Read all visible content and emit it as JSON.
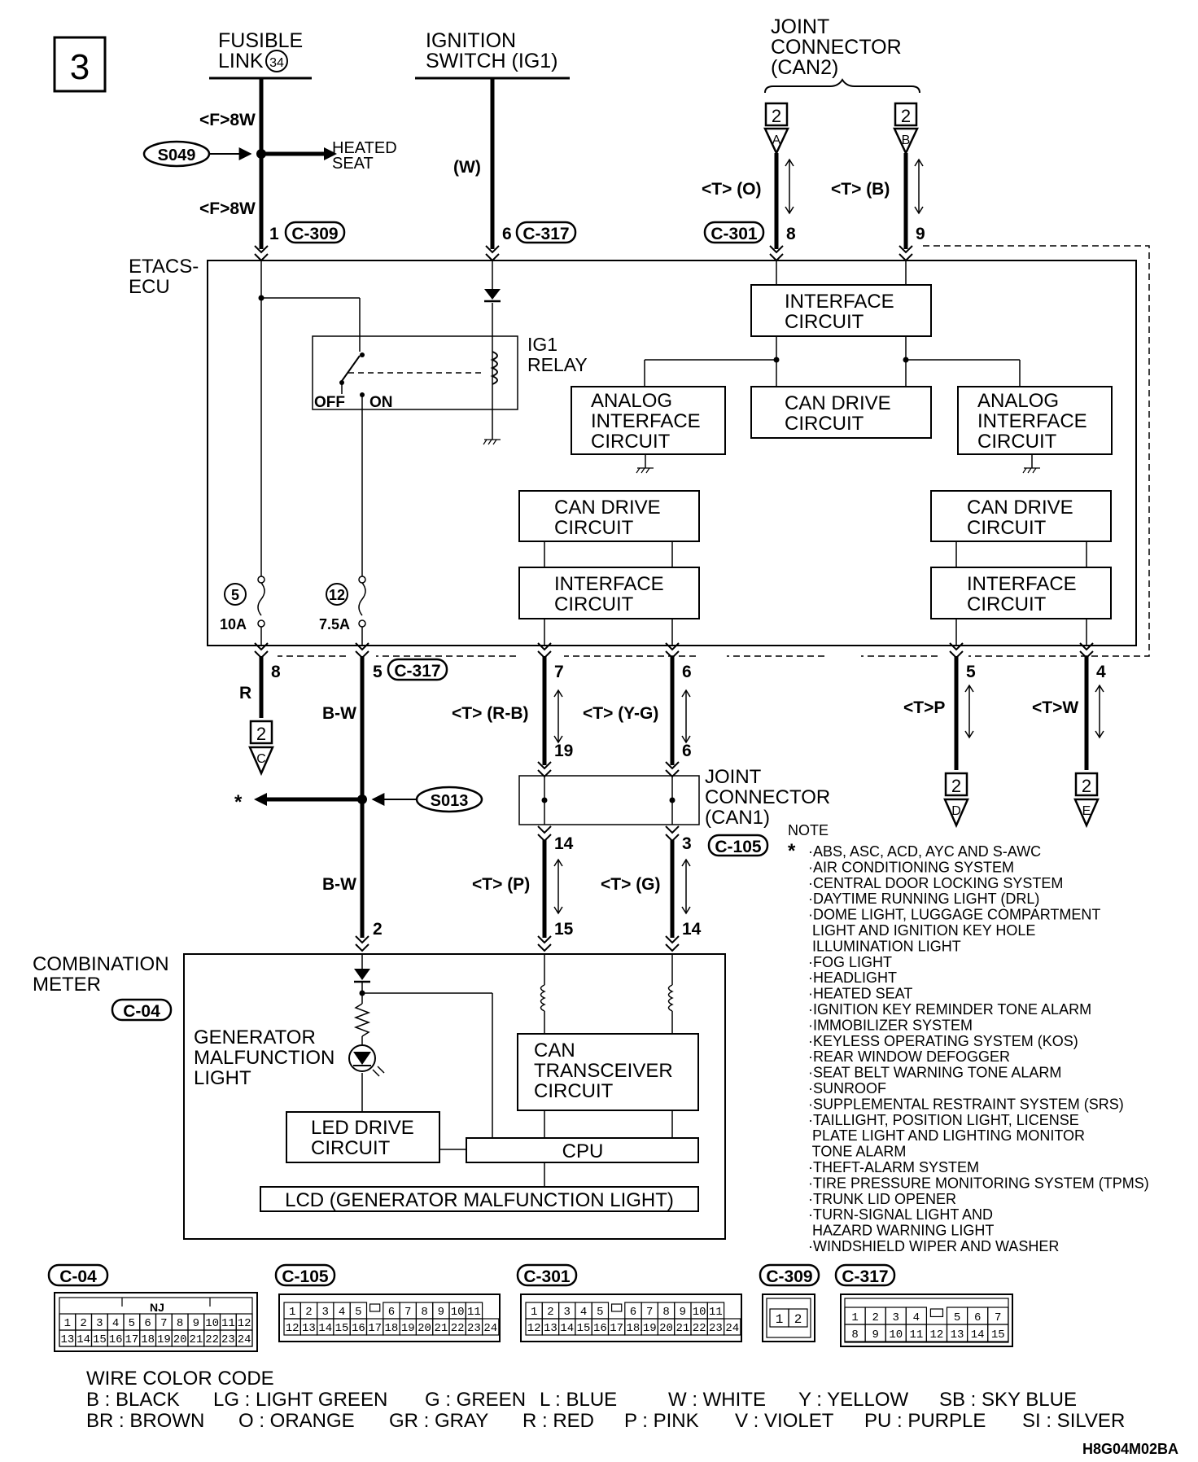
{
  "page_number": "3",
  "sources": {
    "fusible_link": [
      "FUSIBLE",
      "LINK"
    ],
    "fusible_link_no": "34",
    "ignition_switch": [
      "IGNITION",
      "SWITCH (IG1)"
    ],
    "joint_connector_can2": [
      "JOINT",
      "CONNECTOR",
      "(CAN2)"
    ]
  },
  "splices": {
    "s049": "S049",
    "s013": "S013"
  },
  "heated_seat": [
    "HEATED",
    "SEAT"
  ],
  "wires": {
    "f8w_top": "<F>8W",
    "f8w_bottom": "<F>8W",
    "w": "(W)",
    "t_o": "<T> (O)",
    "t_b": "<T> (B)",
    "r": "R",
    "bw_top": "B-W",
    "bw_bottom": "B-W",
    "t_rb": "<T> (R-B)",
    "t_yg": "<T> (Y-G)",
    "t_p_right": "<T>P",
    "t_w_right": "<T>W",
    "t_p": "<T> (P)",
    "t_g": "<T> (G)"
  },
  "connectors": {
    "c309": "C-309",
    "c317_top": "C-317",
    "c301": "C-301",
    "c317_bottom": "C-317",
    "c105": "C-105",
    "c04": "C-04"
  },
  "pins": {
    "p1": "1",
    "p6_top": "6",
    "p8_top": "8",
    "p9": "9",
    "p8_bottom": "8",
    "p5_bottom": "5",
    "p7": "7",
    "p6_mid": "6",
    "p5_right": "5",
    "p4_right": "4",
    "p19": "19",
    "p6_jc": "6",
    "p14_jc": "14",
    "p3_jc": "3",
    "p2_meter": "2",
    "p15_meter": "15",
    "p14_meter": "14"
  },
  "offpage": {
    "a": {
      "page": "2",
      "letter": "A"
    },
    "b": {
      "page": "2",
      "letter": "B"
    },
    "c": {
      "page": "2",
      "letter": "C"
    },
    "d": {
      "page": "2",
      "letter": "D"
    },
    "e": {
      "page": "2",
      "letter": "E"
    }
  },
  "etacs": {
    "label": [
      "ETACS-",
      "ECU"
    ],
    "ig1_relay": [
      "IG1",
      "RELAY"
    ],
    "off": "OFF",
    "on": "ON",
    "fuse1_no": "5",
    "fuse1_amp": "10A",
    "fuse2_no": "12",
    "fuse2_amp": "7.5A",
    "interface_top": [
      "INTERFACE",
      "CIRCUIT"
    ],
    "analog_left": [
      "ANALOG",
      "INTERFACE",
      "CIRCUIT"
    ],
    "can_drive_center": [
      "CAN DRIVE",
      "CIRCUIT"
    ],
    "analog_right": [
      "ANALOG",
      "INTERFACE",
      "CIRCUIT"
    ],
    "can_drive_left": [
      "CAN DRIVE",
      "CIRCUIT"
    ],
    "can_drive_right": [
      "CAN DRIVE",
      "CIRCUIT"
    ],
    "interface_left": [
      "INTERFACE",
      "CIRCUIT"
    ],
    "interface_right": [
      "INTERFACE",
      "CIRCUIT"
    ]
  },
  "joint_connector_can1": [
    "JOINT",
    "CONNECTOR",
    "(CAN1)"
  ],
  "meter": {
    "label": [
      "COMBINATION",
      "METER"
    ],
    "gen_light": [
      "GENERATOR",
      "MALFUNCTION",
      "LIGHT"
    ],
    "can_transceiver": [
      "CAN",
      "TRANSCEIVER",
      "CIRCUIT"
    ],
    "led_drive": [
      "LED DRIVE",
      "CIRCUIT"
    ],
    "cpu": "CPU",
    "lcd": "LCD (GENERATOR MALFUNCTION LIGHT)"
  },
  "note": {
    "title": "NOTE",
    "star": "*",
    "items": [
      "·ABS, ASC, ACD, AYC AND S-AWC",
      "·AIR CONDITIONING SYSTEM",
      "·CENTRAL DOOR LOCKING SYSTEM",
      "·DAYTIME RUNNING LIGHT (DRL)",
      "·DOME LIGHT, LUGGAGE COMPARTMENT",
      " LIGHT AND IGNITION KEY HOLE",
      " ILLUMINATION LIGHT",
      "·FOG LIGHT",
      "·HEADLIGHT",
      "·HEATED SEAT",
      "·IGNITION KEY REMINDER TONE ALARM",
      "·IMMOBILIZER SYSTEM",
      "·KEYLESS OPERATING SYSTEM (KOS)",
      "·REAR WINDOW DEFOGGER",
      "·SEAT BELT WARNING TONE ALARM",
      "·SUNROOF",
      "·SUPPLEMENTAL RESTRAINT SYSTEM (SRS)",
      "·TAILLIGHT, POSITION LIGHT, LICENSE",
      " PLATE LIGHT AND LIGHTING MONITOR",
      " TONE ALARM",
      "·THEFT-ALARM SYSTEM",
      "·TIRE PRESSURE MONITORING SYSTEM (TPMS)",
      "·TRUNK LID OPENER",
      "·TURN-SIGNAL LIGHT AND",
      " HAZARD WARNING LIGHT",
      "·WINDSHIELD WIPER AND WASHER"
    ]
  },
  "connector_faces": {
    "c04": {
      "name": "C-04",
      "tag": "NJ",
      "row1": [
        "1",
        "2",
        "3",
        "4",
        "5",
        "6",
        "7",
        "8",
        "9",
        "10",
        "11",
        "12"
      ],
      "row2": [
        "13",
        "14",
        "15",
        "16",
        "17",
        "18",
        "19",
        "20",
        "21",
        "22",
        "23",
        "24"
      ]
    },
    "c105": {
      "name": "C-105",
      "row1": [
        "1",
        "2",
        "3",
        "4",
        "5",
        "",
        "6",
        "7",
        "8",
        "9",
        "10",
        "11"
      ],
      "row2": [
        "12",
        "13",
        "14",
        "15",
        "16",
        "17",
        "18",
        "19",
        "20",
        "21",
        "22",
        "23",
        "24"
      ]
    },
    "c301": {
      "name": "C-301",
      "row1": [
        "1",
        "2",
        "3",
        "4",
        "5",
        "",
        "6",
        "7",
        "8",
        "9",
        "10",
        "11"
      ],
      "row2": [
        "12",
        "13",
        "14",
        "15",
        "16",
        "17",
        "18",
        "19",
        "20",
        "21",
        "22",
        "23",
        "24"
      ]
    },
    "c309": {
      "name": "C-309",
      "row1": [
        "1",
        "2"
      ]
    },
    "c317": {
      "name": "C-317",
      "row1": [
        "1",
        "2",
        "3",
        "4",
        "",
        "5",
        "6",
        "7"
      ],
      "row2": [
        "8",
        "9",
        "10",
        "11",
        "12",
        "13",
        "14",
        "15"
      ]
    }
  },
  "wire_color_code": {
    "title": "WIRE COLOR CODE",
    "row1": [
      "B : BLACK",
      "LG : LIGHT GREEN",
      "G : GREEN",
      "L : BLUE",
      "W : WHITE",
      "Y : YELLOW",
      "SB : SKY BLUE"
    ],
    "row2": [
      "BR : BROWN",
      "O : ORANGE",
      "GR : GRAY",
      "R : RED",
      "P : PINK",
      "V : VIOLET",
      "PU : PURPLE",
      "SI : SILVER"
    ]
  },
  "diagram_code": "H8G04M02BA"
}
